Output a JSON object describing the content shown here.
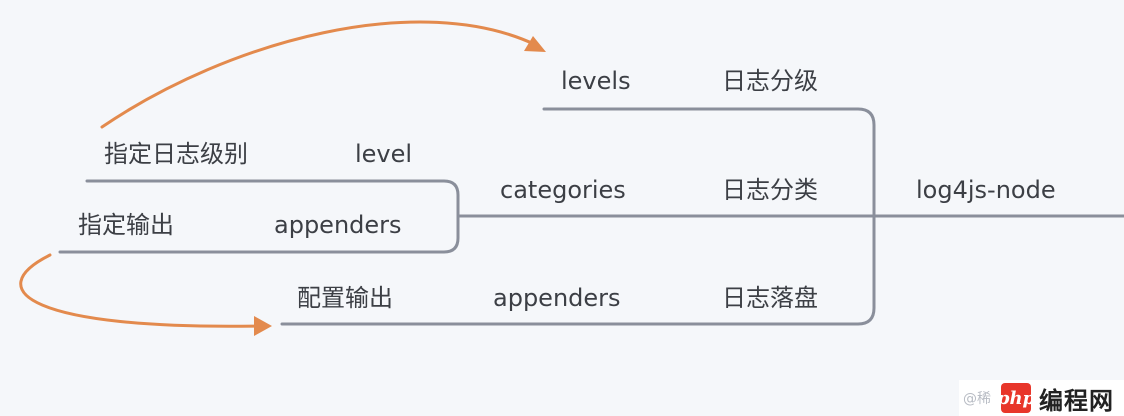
{
  "mindmap": {
    "root": "log4js-node",
    "branches": {
      "levels": {
        "key": "levels",
        "desc": "日志分级"
      },
      "categories": {
        "key": "categories",
        "desc": "日志分类"
      },
      "appenders": {
        "key": "appenders",
        "desc": "日志落盘",
        "child": "配置输出"
      }
    },
    "categories_children": {
      "level": {
        "key": "level",
        "desc": "指定日志级别"
      },
      "appenders": {
        "key": "appenders",
        "desc": "指定输出"
      }
    }
  },
  "colors": {
    "line": "#8a8f9b",
    "arrow": "#e38a4d",
    "background": "#f5f7fa"
  },
  "watermark": {
    "at_text": "@稀",
    "logo_text": "编程网",
    "badge_icon": "php-logo-icon"
  }
}
